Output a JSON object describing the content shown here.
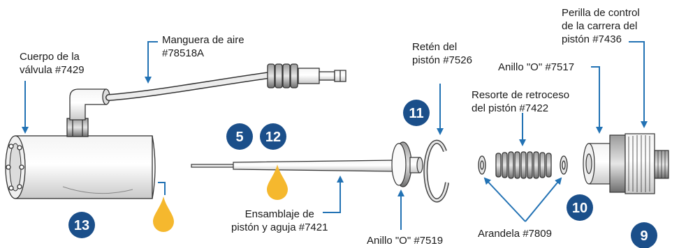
{
  "labels": {
    "valve_body": [
      "Cuerpo de la",
      "válvula #7429"
    ],
    "air_hose": [
      "Manguera de aire",
      "#78518A"
    ],
    "piston_retainer": [
      "Retén del",
      "pistón #7526"
    ],
    "stroke_knob": [
      "Perilla de control",
      "de la carrera del",
      "pistón #7436"
    ],
    "o_ring_7517": [
      "Anillo \"O\" #7517"
    ],
    "return_spring": [
      "Resorte de retroceso",
      "del pistón #7422"
    ],
    "piston_needle": [
      "Ensamblaje de",
      "pistón y aguja #7421"
    ],
    "o_ring_7519": [
      "Anillo \"O\" #7519"
    ],
    "washer": [
      "Arandela #7809"
    ]
  },
  "badges": [
    "5",
    "12",
    "11",
    "13",
    "10",
    "9"
  ],
  "colors": {
    "badge": "#1b4f8a",
    "arrow": "#2272b4",
    "oil_drop": "#f5b82e",
    "outline": "#333333"
  },
  "icons": [
    "oil-drop-icon",
    "oil-drop-icon"
  ]
}
